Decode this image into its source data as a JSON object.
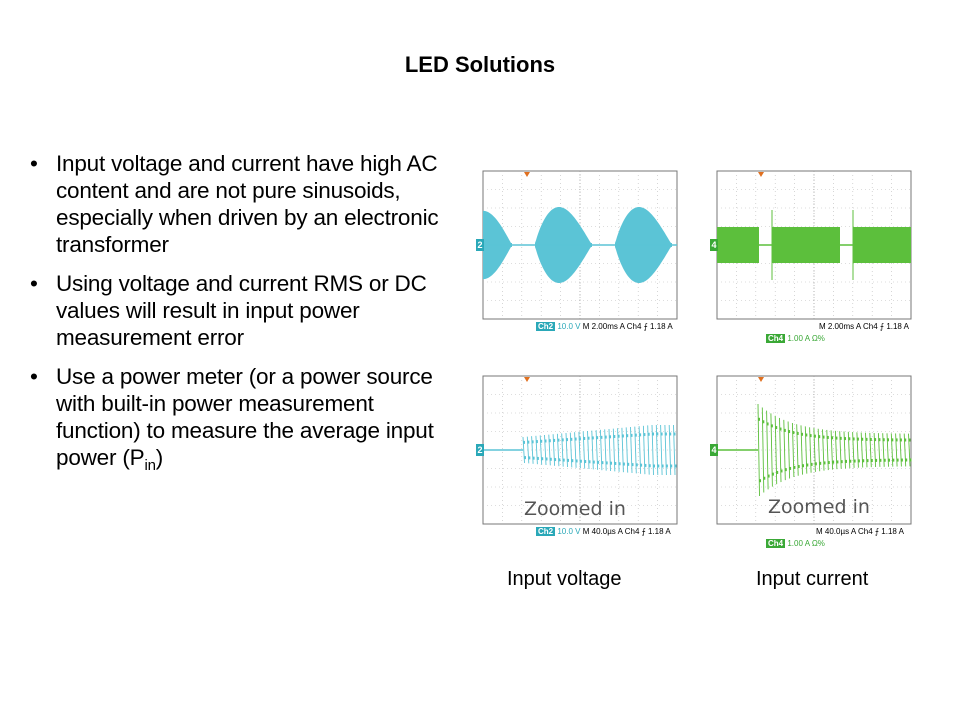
{
  "slide": {
    "title": "LED Solutions",
    "bullets": [
      {
        "text": "Input voltage and current have high AC content and are not pure sinusoids, especially when driven by an electronic transformer"
      },
      {
        "text": "Using voltage and current RMS or DC values will result in input power measurement error"
      },
      {
        "text_main": "Use a power meter (or a power source with built-in power measurement function) to measure the average input power (P",
        "subscript": "in",
        "text_end": ")"
      }
    ],
    "bullet_glyph": "•"
  },
  "scopes": {
    "voltage_full": {
      "channel_badge": "Ch2",
      "scale": "10.0 V",
      "timebase": "M 2.00ms",
      "trigger": "A  Ch4  ⨍  1.18 A",
      "color": "#5bc4d6",
      "marker": "2"
    },
    "current_full": {
      "channel_badge": "Ch4",
      "scale": "1.00 A Ω%",
      "timebase": "M 2.00ms",
      "trigger": "A  Ch4  ⨍  1.18 A",
      "color": "#5cbf3c",
      "marker": "4"
    },
    "voltage_zoom": {
      "channel_badge": "Ch2",
      "scale": "10.0 V",
      "timebase": "M 40.0µs",
      "trigger": "A  Ch4  ⨍  1.18 A",
      "color": "#5bc4d6",
      "marker": "2",
      "overlay": "Zoomed in"
    },
    "current_zoom": {
      "channel_badge": "Ch4",
      "scale": "1.00 A Ω%",
      "timebase": "M 40.0µs",
      "trigger": "A  Ch4  ⨍  1.18 A",
      "color": "#5cbf3c",
      "marker": "4",
      "overlay": "Zoomed in"
    }
  },
  "captions": {
    "voltage": "Input voltage",
    "current": "Input current"
  }
}
